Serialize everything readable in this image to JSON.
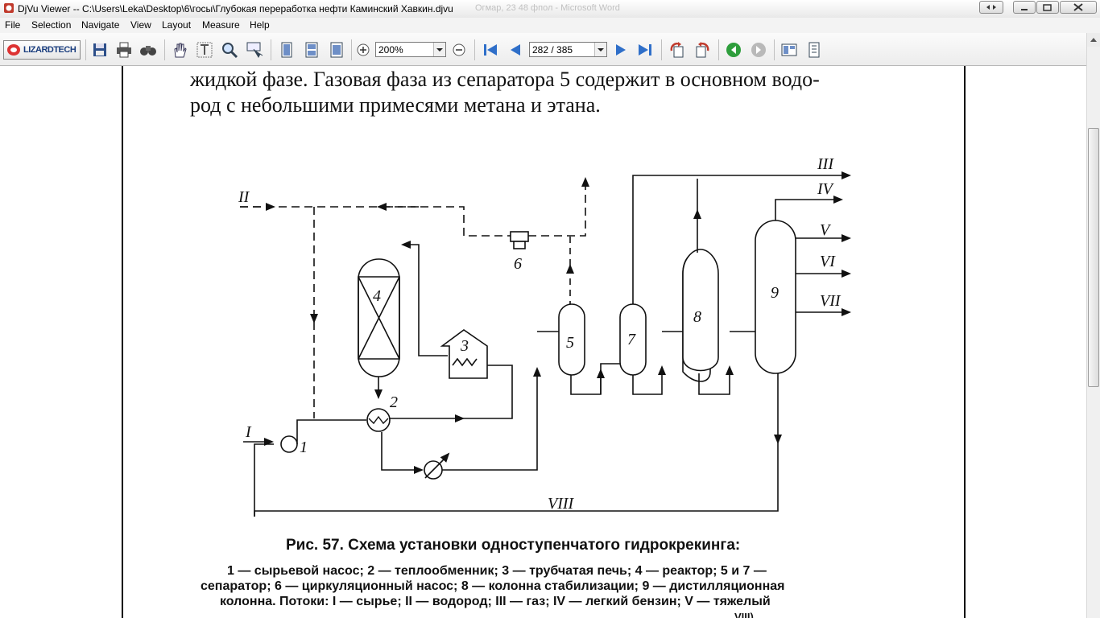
{
  "window": {
    "title": "DjVu Viewer -- C:\\Users\\Leka\\Desktop\\6\\госы\\Глубокая переработка нефти Каминский Хавкин.djvu",
    "background_title": "Огмар, 23 48 фпол - Microsoft Word"
  },
  "menu": [
    "File",
    "Selection",
    "Navigate",
    "View",
    "Layout",
    "Measure",
    "Help"
  ],
  "toolbar": {
    "logo": "LIZARDTECH",
    "zoom_value": "200%",
    "page_value": "282 / 385"
  },
  "document": {
    "line1": "жидкой фазе. Газовая фаза из сепаратора 5 содержит в основном водо-",
    "line2": "род с небольшими примесями метана и этана.",
    "caption_title": "Рис. 57. Схема установки одноступенчатого гидрокрекинга:",
    "caption_l1": "1 — сырьевой насос; 2 — теплообменник; 3 — трубчатая печь; 4 — реактор; 5 и 7 —",
    "caption_l2": "сепаратор; 6 — циркуляционный насос; 8 — колонна стабилизации; 9 — дистилляционная",
    "caption_l3": "колонна. Потоки: I — сырье; II — водород; III — газ; IV — легкий бензин; V — тяжелый",
    "caption_l4_fragment": "VIII)"
  },
  "diagram": {
    "equipment_labels": [
      "1",
      "2",
      "3",
      "4",
      "5",
      "6",
      "7",
      "8",
      "9"
    ],
    "stream_labels": [
      "I",
      "II",
      "III",
      "IV",
      "V",
      "VI",
      "VII",
      "VIII"
    ]
  }
}
